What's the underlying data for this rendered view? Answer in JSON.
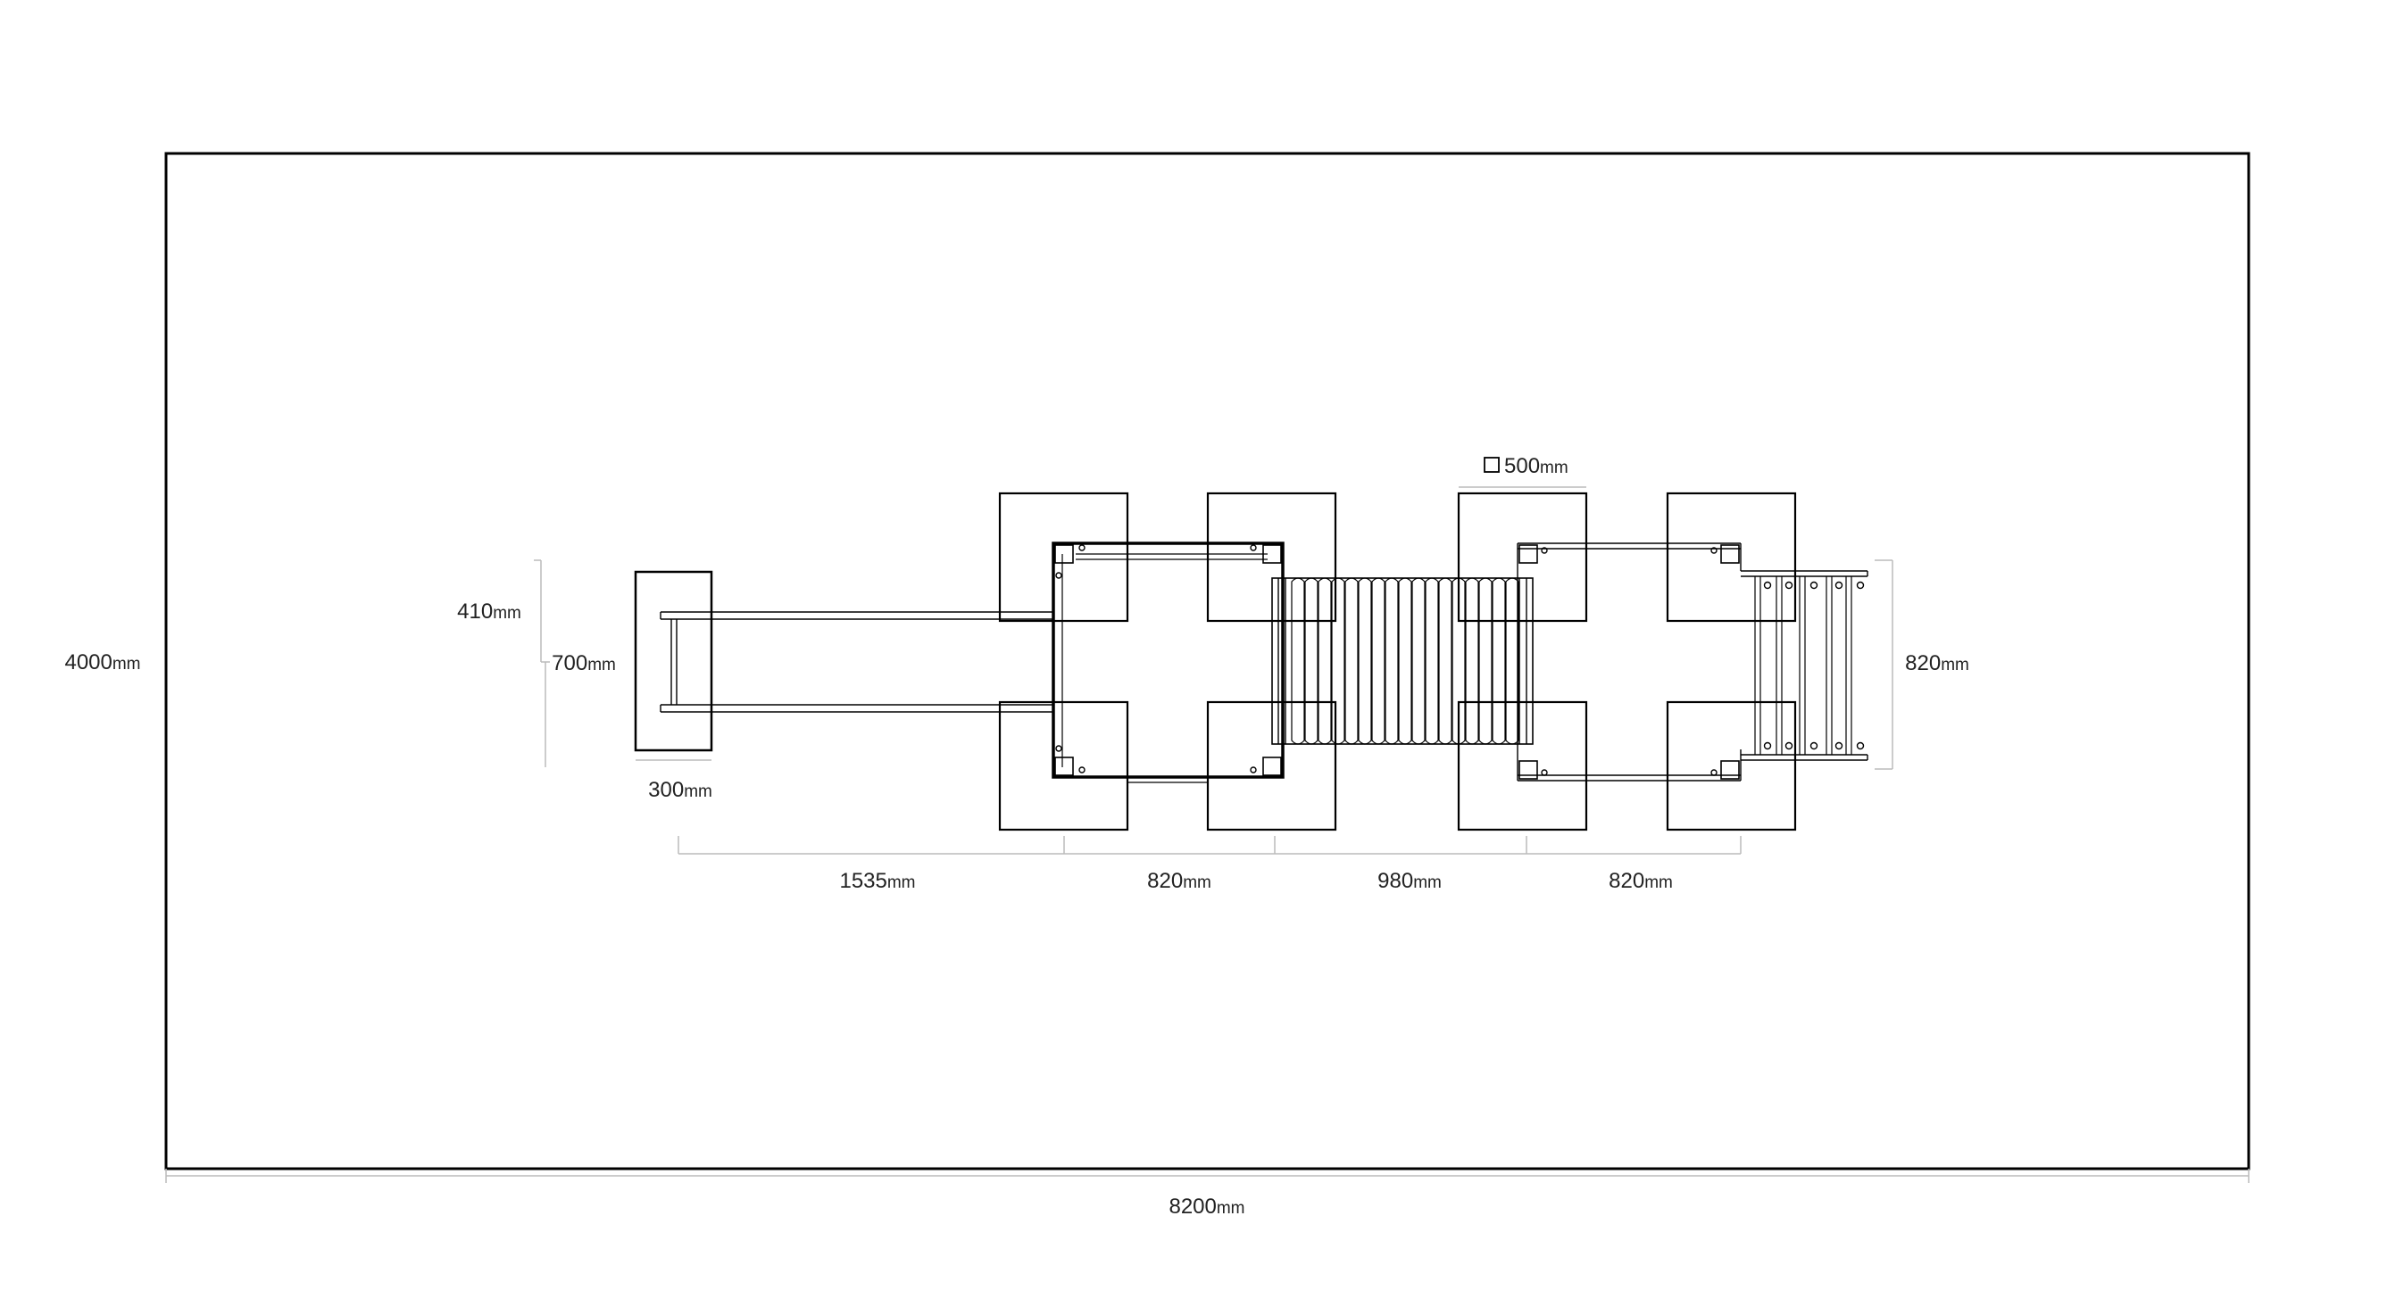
{
  "drawing": {
    "unit": "mm",
    "colors": {
      "stroke": "#000000",
      "dim_line": "#bbbbbb",
      "text": "#222222",
      "background": "#ffffff"
    },
    "dimensions": {
      "total_width": "8200",
      "total_height": "4000",
      "gap_410": "410",
      "height_700": "700",
      "width_300": "300",
      "run_1535": "1535",
      "bay_820_a": "820",
      "span_980": "980",
      "bay_820_b": "820",
      "ladder_820": "820",
      "post_500": "500"
    },
    "square_symbol_icon": "square-outline-icon"
  }
}
